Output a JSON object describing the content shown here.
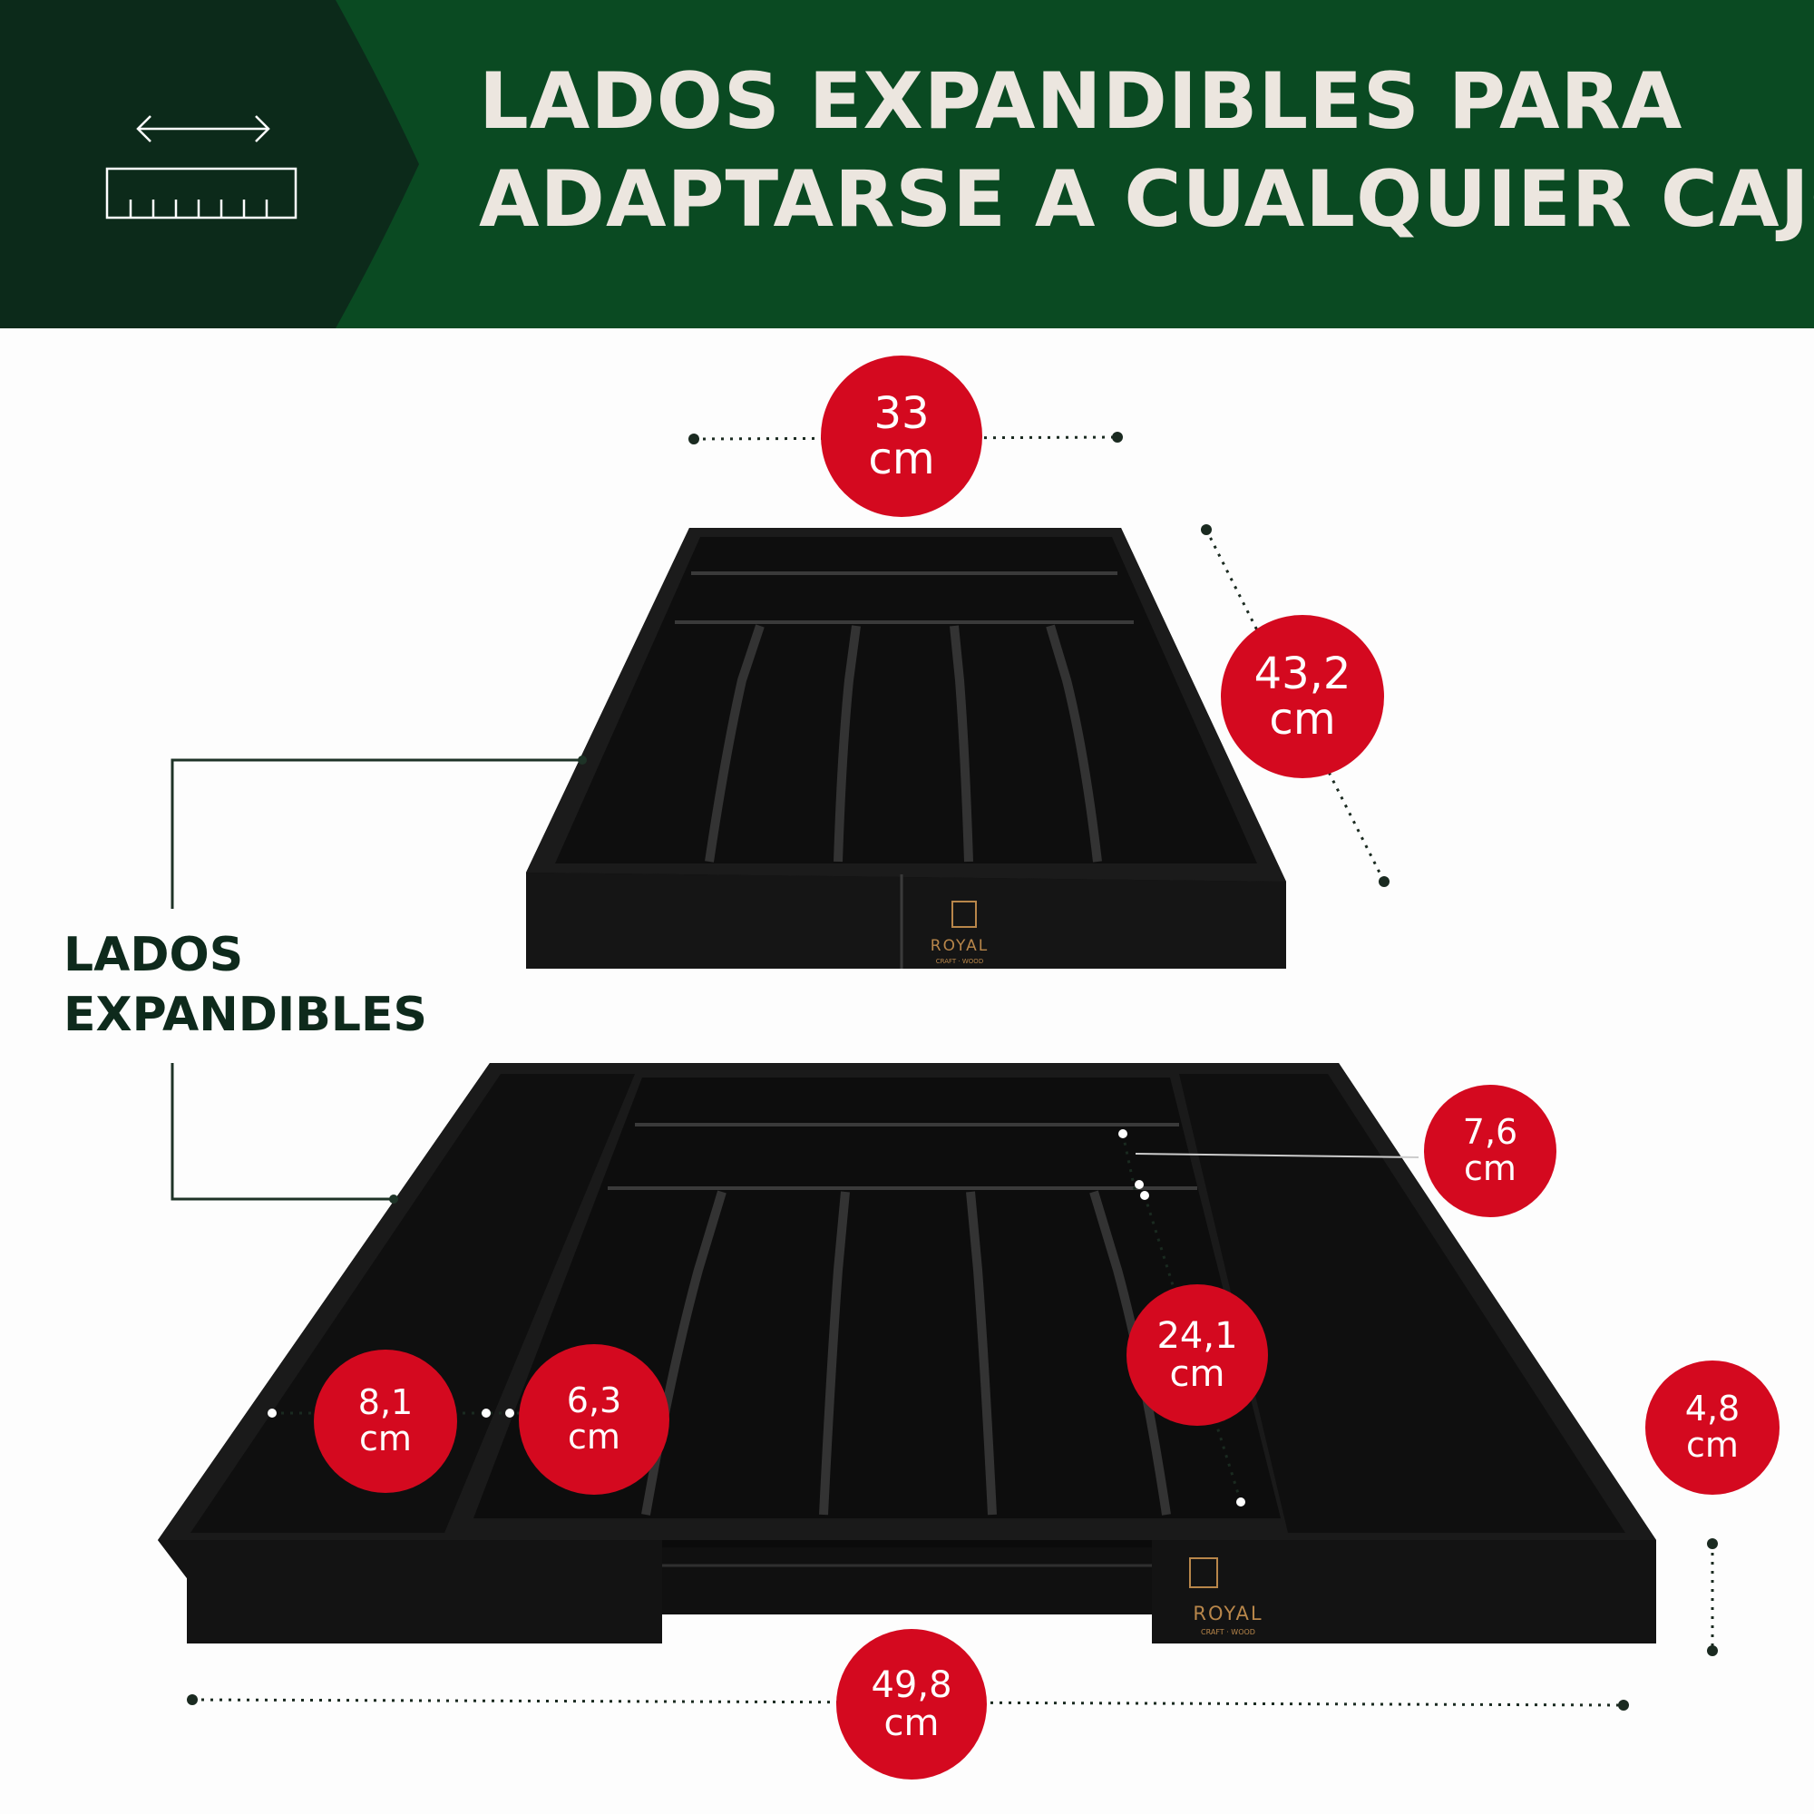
{
  "banner": {
    "title_line1": "LADOS EXPANDIBLES PARA",
    "title_line2": "ADAPTARSE A CUALQUIER CAJÓN",
    "icon": "ruler-expand-icon",
    "bg_color": "#0a4a22",
    "left_panel_color": "#0c2a1a"
  },
  "side_label": {
    "line1": "LADOS",
    "line2": "EXPANDIBLES"
  },
  "brand": {
    "name": "ROYAL",
    "sub": "CRAFT · WOOD",
    "color": "#b8864a"
  },
  "dimensions": {
    "width_closed": {
      "value": "33",
      "unit": "cm"
    },
    "depth": {
      "value": "43,2",
      "unit": "cm"
    },
    "long_slot": {
      "value": "24,1",
      "unit": "cm"
    },
    "top_slot": {
      "value": "7,6",
      "unit": "cm"
    },
    "side_slot": {
      "value": "8,1",
      "unit": "cm"
    },
    "utensil_slot": {
      "value": "6,3",
      "unit": "cm"
    },
    "height": {
      "value": "4,8",
      "unit": "cm"
    },
    "width_open": {
      "value": "49,8",
      "unit": "cm"
    }
  },
  "colors": {
    "badge": "#d4091f",
    "tray": "#121212",
    "headline_text": "#ece6df",
    "label_text": "#0e2a1c"
  }
}
